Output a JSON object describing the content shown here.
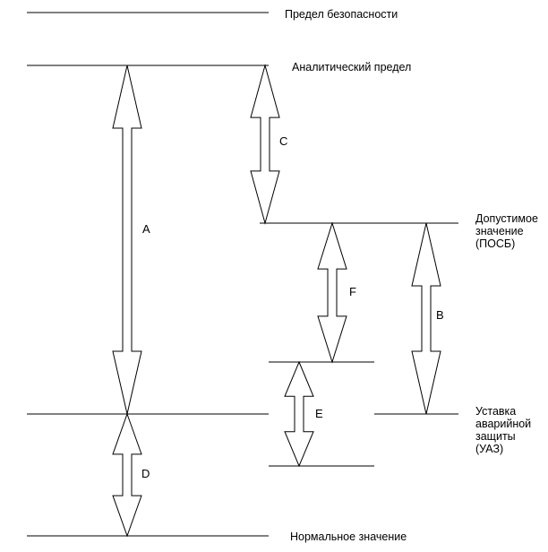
{
  "diagram": {
    "levels": {
      "safety_limit": "Предел безопасности",
      "analytical_limit": "Аналитический предел",
      "allowable_value": "Допустимое\nзначение\n(ПОСБ)",
      "trip_setpoint": "Уставка\nаварийной\nзащиты\n(УАЗ)",
      "normal_value": "Нормальное значение"
    },
    "margins": {
      "a": "A",
      "b": "B",
      "c": "C",
      "d": "D",
      "e": "E",
      "f": "F"
    }
  }
}
